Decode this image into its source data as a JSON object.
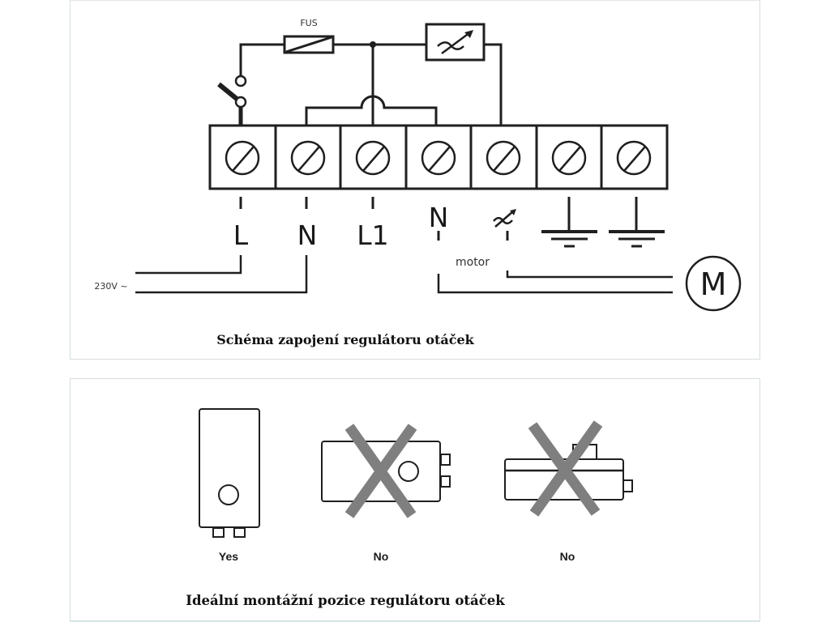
{
  "wiring_diagram": {
    "caption": "Schéma zapojení regulátoru otáček",
    "fuse_label": "FUS",
    "supply_label": "230V ~",
    "motor_label": "motor",
    "motor_symbol": "M",
    "terminals": [
      {
        "label": "L",
        "type": "line"
      },
      {
        "label": "N",
        "type": "neutral"
      },
      {
        "label": "L1",
        "type": "line-out"
      },
      {
        "label": "N",
        "type": "neutral-motor"
      },
      {
        "label": "",
        "type": "variable-output",
        "icon": "variable-regulator-icon"
      },
      {
        "label": "",
        "type": "ground",
        "icon": "ground-icon"
      },
      {
        "label": "",
        "type": "ground",
        "icon": "ground-icon"
      }
    ]
  },
  "mounting_positions": {
    "caption": "Ideální montážní pozice regulátoru otáček",
    "options": [
      {
        "label": "Yes",
        "orientation": "vertical",
        "allowed": true
      },
      {
        "label": "No",
        "orientation": "horizontal-side",
        "allowed": false
      },
      {
        "label": "No",
        "orientation": "horizontal-flat",
        "allowed": false
      }
    ],
    "cross_color": "#7f7f7f"
  }
}
